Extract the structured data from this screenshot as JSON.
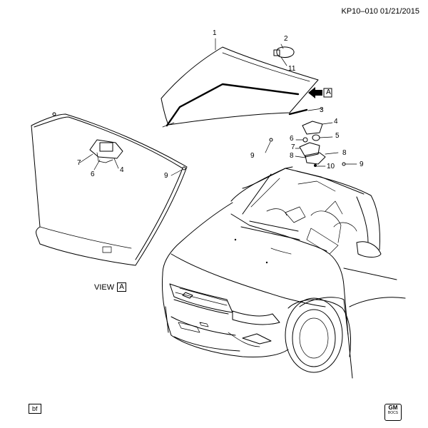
{
  "header": {
    "code": "KP10–010 01/21/2015"
  },
  "view_label": {
    "text": "VIEW",
    "ref": "A"
  },
  "arrow_ref": "A",
  "footer": {
    "left_tag": "bf",
    "logo_text": "GM",
    "logo_sub": "BOCS"
  },
  "callouts": {
    "c1": "1",
    "c2": "2",
    "c11": "11",
    "c3": "3",
    "c4": "4",
    "c5": "5",
    "c6": "6",
    "c7": "7",
    "c8a": "8",
    "c8b": "8",
    "c10": "10",
    "c9a": "9",
    "c9b": "9",
    "v7": "7",
    "v6": "6",
    "v4": "4",
    "v9": "9"
  }
}
